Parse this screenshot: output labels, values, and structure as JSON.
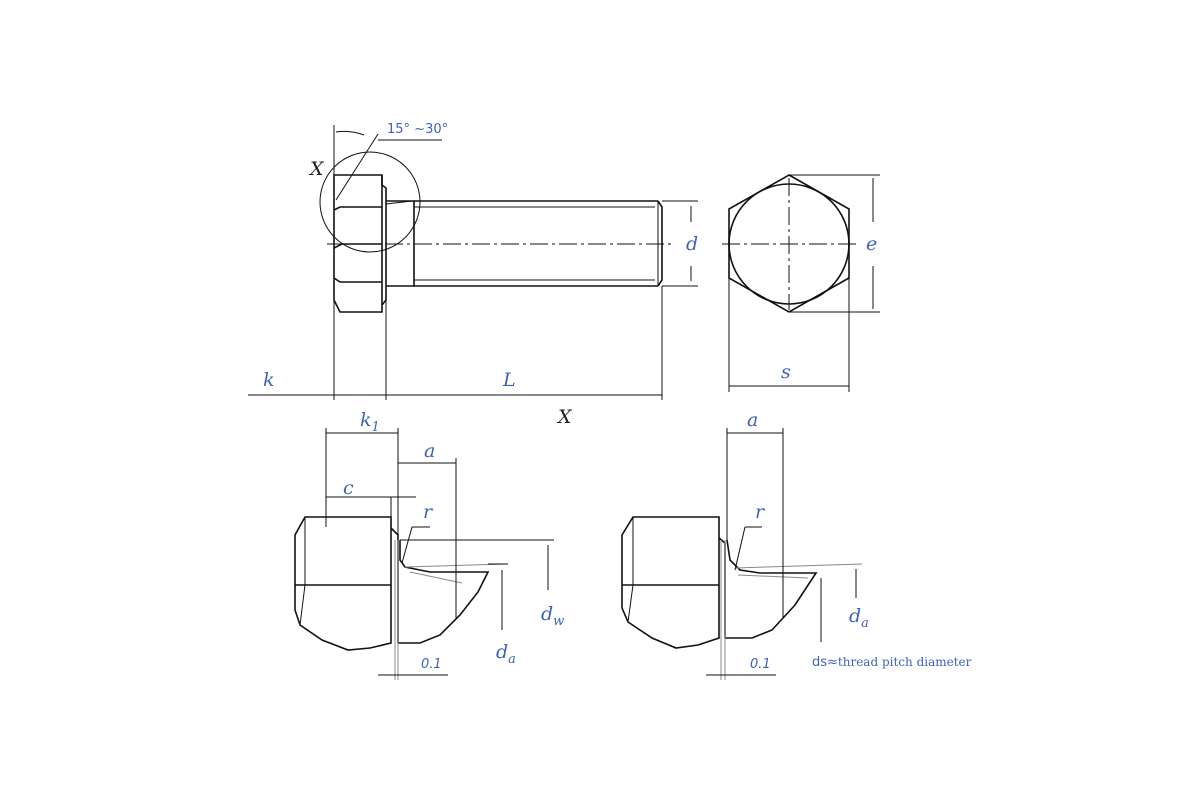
{
  "labels": {
    "angle": "15°  ~30°",
    "detail_marker": "X",
    "detail_title": "X",
    "d": "d",
    "e": "e",
    "s": "s",
    "k": "k",
    "L": "L",
    "k1_main": "k",
    "k1_sub": "1",
    "a_left": "a",
    "a_right": "a",
    "c": "c",
    "r_left": "r",
    "r_right": "r",
    "dw_main": "d",
    "dw_sub": "w",
    "da_left_main": "d",
    "da_left_sub": "a",
    "da_right_main": "d",
    "da_right_sub": "a",
    "tol_left": "0.1",
    "tol_right": "0.1"
  },
  "note": {
    "prefix": "ds≈",
    "text": "thread pitch diameter"
  },
  "colors": {
    "label": "#3d63b8",
    "line": "#111111"
  }
}
